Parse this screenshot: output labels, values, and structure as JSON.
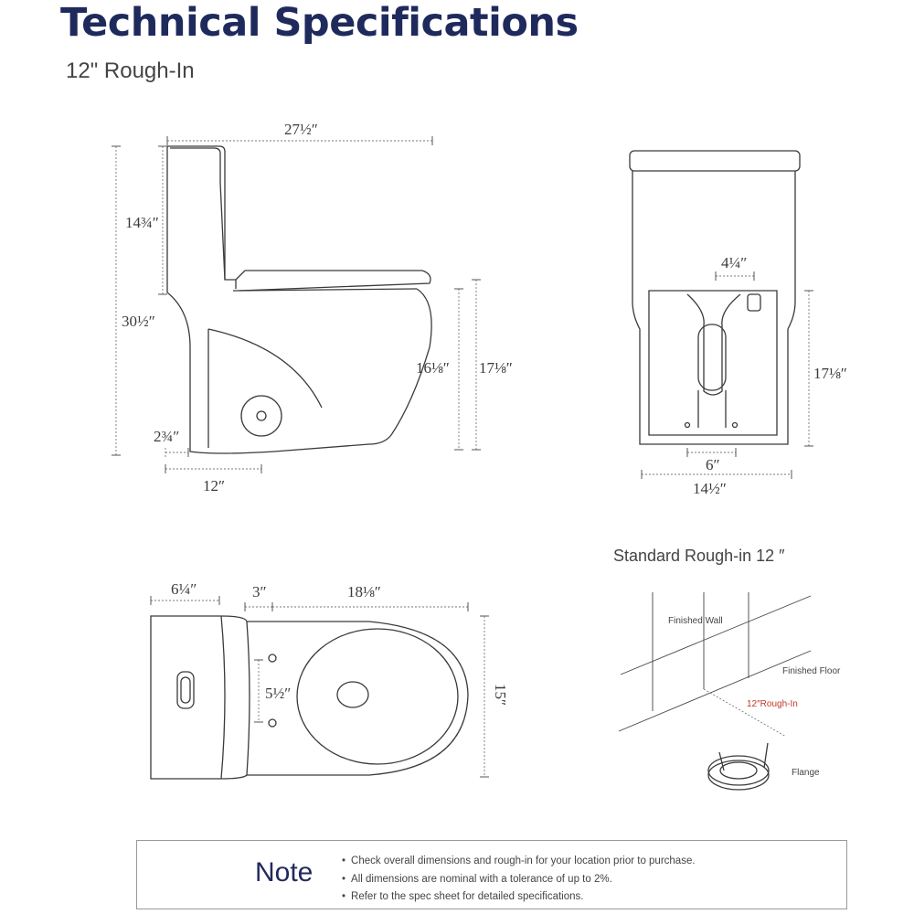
{
  "header": {
    "title": "Technical Specifications",
    "subtitle": "12\" Rough-In"
  },
  "side_view": {
    "dims": {
      "length": "27½″",
      "tank_height": "14¾″",
      "total_height": "30½″",
      "bowl_height": "16⅛″",
      "seat_height": "17⅛″",
      "base_offset": "2¾″",
      "rough_in": "12″"
    }
  },
  "front_view": {
    "dims": {
      "outlet_spacing": "4¼″",
      "height": "17⅛″",
      "bolt_spacing": "6″",
      "width": "14½″"
    }
  },
  "top_view": {
    "dims": {
      "tank_depth": "6¼″",
      "gap": "3″",
      "bowl_length": "18⅛″",
      "hole_spacing": "5½″",
      "width": "15″"
    }
  },
  "rough_in_diagram": {
    "title": "Standard Rough-in 12 ″",
    "finished_wall": "Finished Wall",
    "finished_floor": "Finished Floor",
    "rough_in_label": "12″Rough-In",
    "flange": "Flange"
  },
  "note": {
    "title": "Note",
    "items": [
      "Check overall dimensions and rough-in for your location prior to purchase.",
      "All dimensions are nominal with a tolerance of up to 2%.",
      "Refer to the spec sheet for detailed specifications."
    ]
  },
  "colors": {
    "title": "#1f2a5c",
    "line": "#3a3a3a",
    "rough_in_label": "#c0392b"
  }
}
